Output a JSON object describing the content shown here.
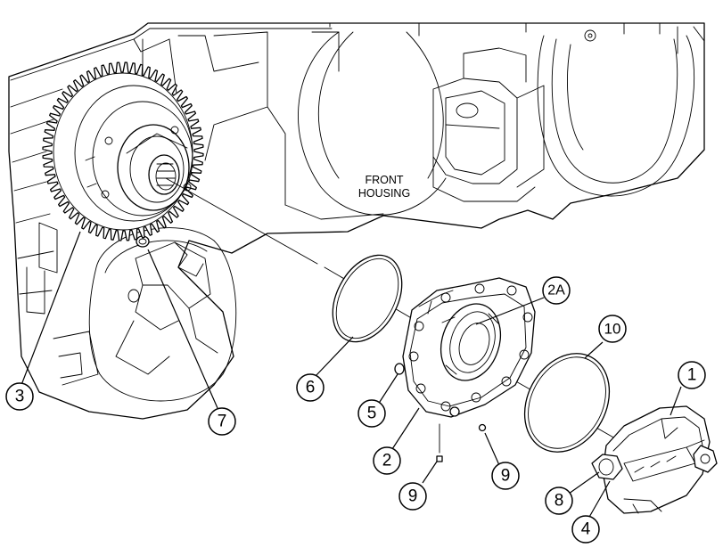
{
  "housing_label": {
    "line1": "FRONT",
    "line2": "HOUSING"
  },
  "callouts": {
    "c1": "1",
    "c2": "2",
    "c2a": "2A",
    "c3": "3",
    "c4": "4",
    "c5": "5",
    "c6": "6",
    "c7": "7",
    "c8": "8",
    "c9a": "9",
    "c9b": "9",
    "c10": "10"
  },
  "colors": {
    "line": "#000000",
    "background": "#ffffff"
  }
}
